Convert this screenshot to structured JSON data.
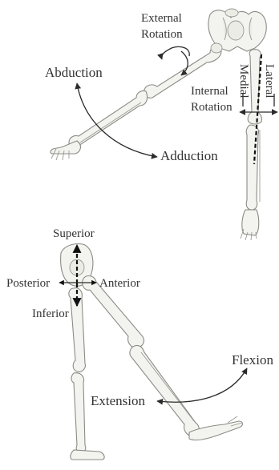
{
  "top_panel": {
    "labels": {
      "external_rotation": [
        "External",
        "Rotation"
      ],
      "internal_rotation": [
        "Internal",
        "Rotation"
      ],
      "abduction": "Abduction",
      "adduction": "Adduction",
      "medial": "Medial",
      "lateral": "Lateral"
    }
  },
  "bottom_panel": {
    "labels": {
      "superior": "Superior",
      "posterior": "Posterior",
      "anterior": "Anterior",
      "inferior": "Inferior",
      "flexion": "Flexion",
      "extension": "Extension"
    }
  },
  "colors": {
    "text": "#333333",
    "bone_fill": "#f3f3ef",
    "bone_stroke": "#8c8c86",
    "arrow": "#2b2b2b"
  }
}
